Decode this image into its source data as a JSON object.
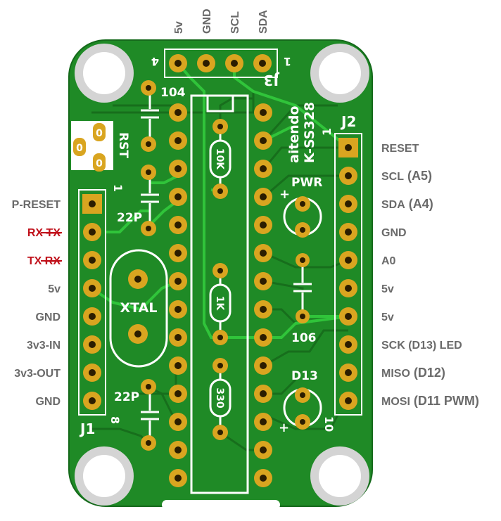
{
  "top_header": {
    "pins": [
      "5v",
      "GND",
      "SCL",
      "SDA"
    ]
  },
  "left_header": {
    "name": "J1",
    "pins": [
      {
        "label": "P-RESET"
      },
      {
        "label": "RX",
        "struck": "TX",
        "red": true
      },
      {
        "label": "TX",
        "struck": "RX",
        "red": true
      },
      {
        "label": "5v"
      },
      {
        "label": "GND"
      },
      {
        "label": "3v3-IN"
      },
      {
        "label": "3v3-OUT"
      },
      {
        "label": "GND"
      }
    ]
  },
  "right_header": {
    "name": "J2",
    "pins": [
      {
        "label": "RESET"
      },
      {
        "label": "SCL",
        "extra": "(A5)"
      },
      {
        "label": "SDA",
        "extra": "(A4)"
      },
      {
        "label": "GND"
      },
      {
        "label": "A0"
      },
      {
        "label": "5v"
      },
      {
        "label": "5v"
      },
      {
        "label": "SCK (D13) LED"
      },
      {
        "label": "MISO",
        "extra": "(D12)"
      },
      {
        "label": "MOSI",
        "extra": "(D11 PWM)"
      }
    ]
  },
  "silkscreen": {
    "j3": "J3",
    "j3_pin4": "4",
    "j3_pin1": "1",
    "cap_104": "104",
    "rst": "RST",
    "left_pin1": "1",
    "left_pin8": "8",
    "cap_22p_top": "22P",
    "cap_22p_bottom": "22P",
    "xtal": "XTAL",
    "r_10k": "10K",
    "r_1k": "1K",
    "r_330": "330",
    "brand": "aitendo",
    "model": "K-SS328",
    "right_pin1": "1",
    "pwr": "PWR",
    "plus_pwr": "+",
    "cap_106": "106",
    "d13": "D13",
    "plus_d13": "+",
    "right_pin10": "10",
    "jumper_0a": "0",
    "jumper_0b": "0",
    "jumper_0c": "0"
  },
  "colors": {
    "board": "#1f8a26",
    "board_dark": "#176e1c",
    "trace": "#30c43a",
    "pad": "#d9a520",
    "silk": "#ffffff",
    "label": "#6a6a6a",
    "label_red": "#c0101a"
  }
}
